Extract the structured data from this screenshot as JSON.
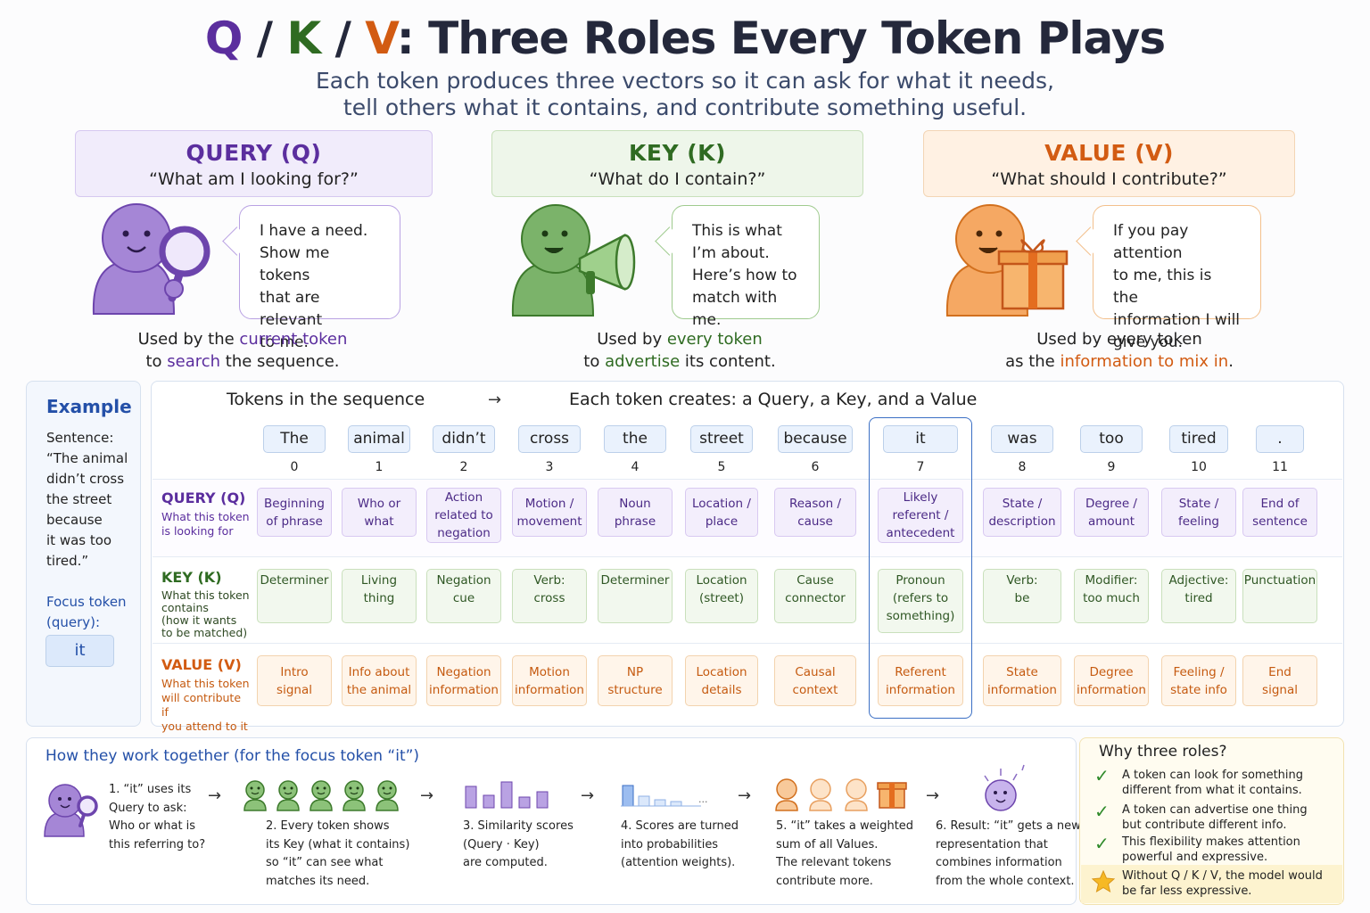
{
  "title": {
    "q": "Q",
    "sep1": " / ",
    "k": "K",
    "sep2": " / ",
    "v": "V",
    "rest": ": Three Roles Every Token Plays"
  },
  "subtitle": [
    "Each token produces three vectors so it can ask for what it needs,",
    "tell others what it contains, and contribute something useful."
  ],
  "roles": [
    {
      "title": "QUERY (Q)",
      "question": "“What am I looking for?”",
      "bubble": [
        "I have a need.",
        "Show me tokens",
        "that are relevant",
        "to me."
      ],
      "used": [
        "Used by the ",
        "current token",
        "to ",
        "search",
        " the sequence."
      ]
    },
    {
      "title": "KEY (K)",
      "question": "“What do I contain?”",
      "bubble": [
        "This is what",
        "I’m about.",
        "Here’s how to",
        "match with me."
      ],
      "used": [
        "Used by ",
        "every token",
        "to ",
        "advertise",
        " its content."
      ]
    },
    {
      "title": "VALUE (V)",
      "question": "“What should I contribute?”",
      "bubble": [
        "If you pay attention",
        "to me, this is the",
        "information I will",
        "give you."
      ],
      "used": [
        "Used by every token",
        "as the ",
        "information to mix in",
        "."
      ]
    }
  ],
  "example": {
    "title": "Example",
    "sentence_label": "Sentence:",
    "sentence": [
      "“The animal",
      "didn’t cross",
      "the street",
      "because",
      "it was too",
      "tired.”"
    ],
    "focus_label": [
      "Focus token",
      "(query):"
    ],
    "focus_token": "it"
  },
  "table": {
    "header_left": "Tokens in the sequence",
    "header_arrow": "→",
    "header_right": "Each token creates: a Query, a Key, and a Value",
    "tokens": [
      "The",
      "animal",
      "didn’t",
      "cross",
      "the",
      "street",
      "because",
      "it",
      "was",
      "too",
      "tired",
      "."
    ],
    "indices": [
      "0",
      "1",
      "2",
      "3",
      "4",
      "5",
      "6",
      "7",
      "8",
      "9",
      "10",
      "11"
    ],
    "query_label": "QUERY (Q)",
    "query_desc": [
      "What this token",
      "is looking for"
    ],
    "key_label": "KEY (K)",
    "key_desc": [
      "What this token",
      "contains",
      "(how it wants",
      "to be matched)"
    ],
    "value_label": "VALUE (V)",
    "value_desc": [
      "What this token",
      "will contribute if",
      "you attend to it"
    ],
    "query": [
      [
        "Beginning",
        "of phrase"
      ],
      [
        "Who or",
        "what"
      ],
      [
        "Action",
        "related to",
        "negation"
      ],
      [
        "Motion /",
        "movement"
      ],
      [
        "Noun",
        "phrase"
      ],
      [
        "Location /",
        "place"
      ],
      [
        "Reason /",
        "cause"
      ],
      [
        "Likely",
        "referent /",
        "antecedent"
      ],
      [
        "State /",
        "description"
      ],
      [
        "Degree /",
        "amount"
      ],
      [
        "State /",
        "feeling"
      ],
      [
        "End of",
        "sentence"
      ]
    ],
    "key": [
      [
        "Determiner"
      ],
      [
        "Living",
        "thing"
      ],
      [
        "Negation",
        "cue"
      ],
      [
        "Verb:",
        "cross"
      ],
      [
        "Determiner"
      ],
      [
        "Location",
        "(street)"
      ],
      [
        "Cause",
        "connector"
      ],
      [
        "Pronoun",
        "(refers to",
        "something)"
      ],
      [
        "Verb:",
        "be"
      ],
      [
        "Modifier:",
        "too much"
      ],
      [
        "Adjective:",
        "tired"
      ],
      [
        "Punctuation"
      ]
    ],
    "value": [
      [
        "Intro",
        "signal"
      ],
      [
        "Info about",
        "the animal"
      ],
      [
        "Negation",
        "information"
      ],
      [
        "Motion",
        "information"
      ],
      [
        "NP",
        "structure"
      ],
      [
        "Location",
        "details"
      ],
      [
        "Causal",
        "context"
      ],
      [
        "Referent",
        "information"
      ],
      [
        "State",
        "information"
      ],
      [
        "Degree",
        "information"
      ],
      [
        "Feeling /",
        "state info"
      ],
      [
        "End",
        "signal"
      ]
    ]
  },
  "how": {
    "title": "How they work together (for the focus token “it”)",
    "arrow": "→",
    "steps": [
      [
        "1. “it” uses its",
        "Query to ask:",
        "Who or what is",
        "this referring to?"
      ],
      [
        "2. Every token shows",
        "its Key (what it contains)",
        "so “it” can see what",
        "matches its need."
      ],
      [
        "3. Similarity scores",
        "(Query · Key)",
        "are computed."
      ],
      [
        "4. Scores are turned",
        "into probabilities",
        "(attention weights)."
      ],
      [
        "5. “it” takes a weighted",
        "sum of all Values.",
        "The relevant tokens",
        "contribute more."
      ],
      [
        "6. Result: “it” gets a new",
        "representation that",
        "combines information",
        "from the whole context."
      ]
    ],
    "prob_dots": "..."
  },
  "why": {
    "title": "Why three roles?",
    "items": [
      [
        "A token can look for something",
        "different from what it contains."
      ],
      [
        "A token can advertise one thing",
        "but contribute different info."
      ],
      [
        "This flexibility makes attention",
        "powerful and expressive."
      ]
    ],
    "star": [
      "Without Q / K / V, the model would",
      "be far less expressive."
    ]
  },
  "colors": {
    "query": "#5b2e9e",
    "key": "#2f6b22",
    "value": "#d25b12",
    "focus_border": "#3b6fc4"
  }
}
